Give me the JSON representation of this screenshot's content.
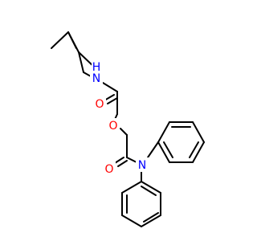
{
  "molecule": {
    "atoms": {
      "n_amide_nh": {
        "element": "N",
        "label": "N",
        "hydrogen": "H",
        "color": "#0000ff"
      },
      "o_amide_1": {
        "element": "O",
        "label": "O",
        "color": "#ff0000"
      },
      "o_ether": {
        "element": "O",
        "label": "O",
        "color": "#ff0000"
      },
      "o_amide_2": {
        "element": "O",
        "label": "O",
        "color": "#ff0000"
      },
      "n_diphenyl": {
        "element": "N",
        "label": "N",
        "color": "#0000ff"
      }
    },
    "colors": {
      "bond": "#000000",
      "nitrogen": "#0000ff",
      "oxygen": "#ff0000",
      "background": "#ffffff"
    }
  }
}
